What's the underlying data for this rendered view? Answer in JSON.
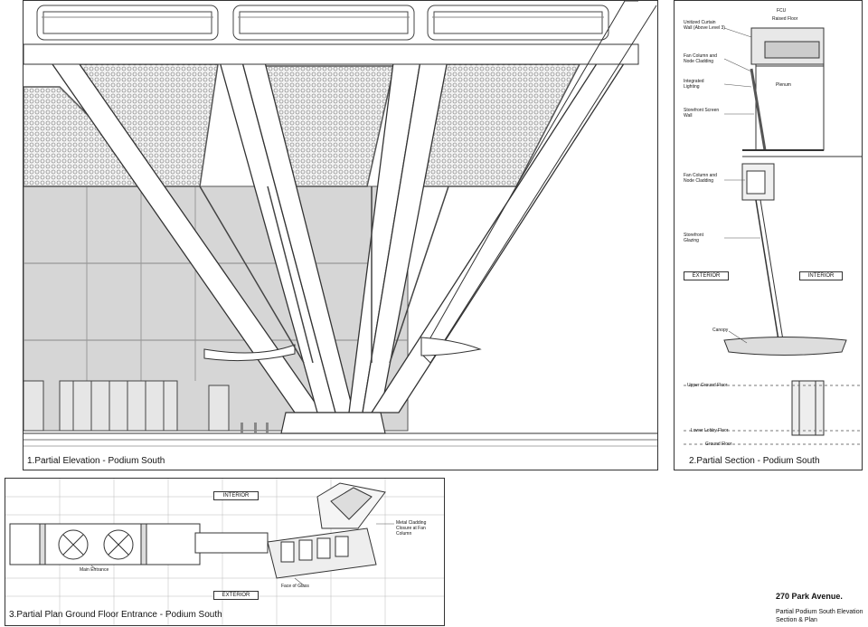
{
  "elevation": {
    "caption": "1.Partial Elevation - Podium South"
  },
  "section": {
    "caption": "2.Partial Section - Podium South",
    "notes": {
      "fcu": "FCU",
      "raised_floor": "Raised Floor",
      "curtain_wall": "Unitized Curtain Wall (Above Level 3)",
      "fan_column_1": "Fan Column and Node Cladding",
      "lighting": "Integrated Lighting",
      "plenum": "Plenum",
      "screen_wall": "Storefront Screen Wall",
      "fan_column_2": "Fan Column and Node Cladding",
      "glazing": "Storefront Glazing",
      "exterior": "EXTERIOR",
      "interior": "INTERIOR",
      "canopy": "Canopy",
      "upper_ground": "Upper Ground Floor",
      "lower_lobby": "Lower Lobby Floor",
      "ground_floor": "Ground Floor"
    }
  },
  "plan": {
    "caption": "3.Partial Plan Ground Floor Entrance - Podium South",
    "interior": "INTERIOR",
    "exterior": "EXTERIOR",
    "main_entrance": "Main Entrance",
    "face_of_glass": "Face of Glass",
    "cladding_note": "Metal Cladding Closure at Fan Column"
  },
  "titleblock": {
    "project": "270 Park Avenue.",
    "sheet_line1": "Partial Podium South Elevation",
    "sheet_line2": "Section & Plan"
  },
  "colors": {
    "line": "#333333",
    "glass": "#d6d6d6",
    "screen": "#c8c8c8"
  }
}
